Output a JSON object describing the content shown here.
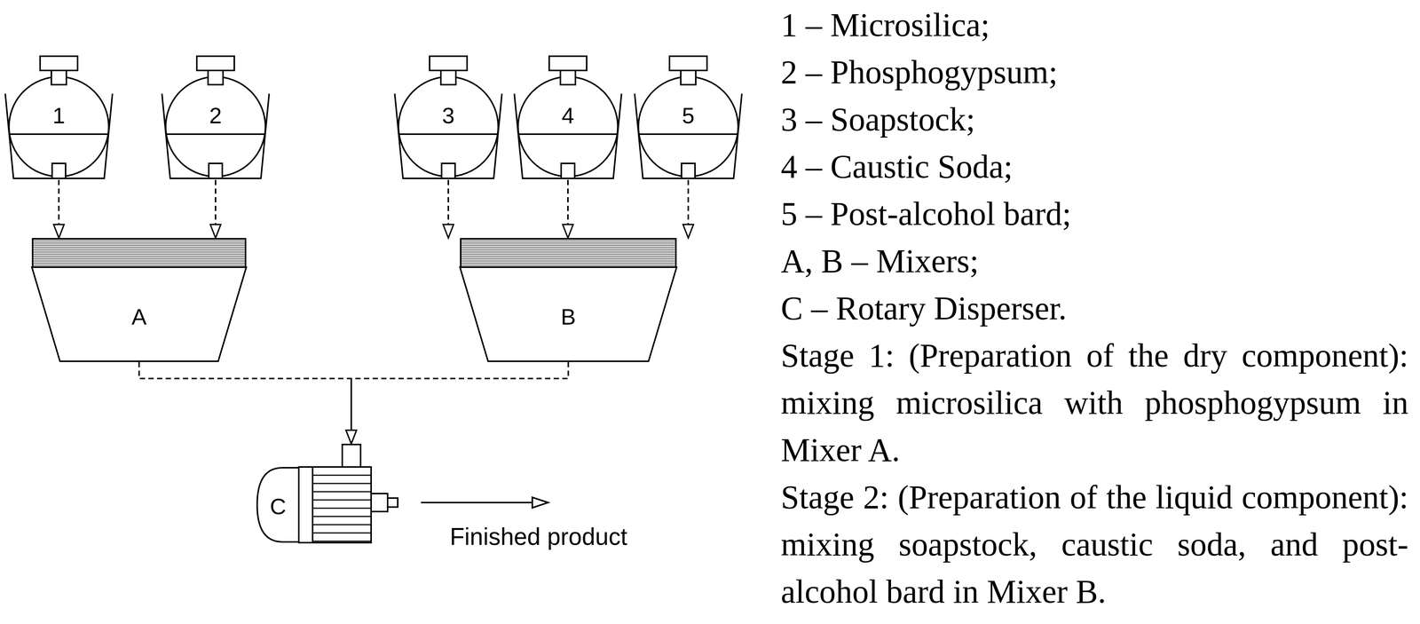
{
  "diagram": {
    "nodes": [
      {
        "text": [
          "1"
        ]
      },
      {
        "text": [
          "2"
        ]
      },
      {
        "text": [
          "3"
        ]
      },
      {
        "text": [
          "4"
        ]
      },
      {
        "text": [
          "5"
        ]
      },
      {
        "text": [
          "A"
        ]
      },
      {
        "text": [
          "B"
        ]
      },
      {
        "text": [
          "C"
        ]
      }
    ],
    "edges": [
      {
        "from": 0,
        "to": 5,
        "arrow": "to"
      },
      {
        "from": 1,
        "to": 5,
        "arrow": "to"
      },
      {
        "from": 2,
        "to": 6,
        "arrow": "to"
      },
      {
        "from": 3,
        "to": 6,
        "arrow": "to"
      },
      {
        "from": 4,
        "to": 6,
        "arrow": "to"
      },
      {
        "from": 5,
        "to": 7,
        "arrow": "to"
      },
      {
        "from": 6,
        "to": 7,
        "arrow": "to"
      }
    ],
    "labels": [
      "Finished product",
      "1 – Microsilica;",
      "2 – Phosphogypsum;",
      "3 – Soapstock;",
      "4 – Caustic Soda;",
      "5 – Post-alcohol bard;",
      "A, B – Mixers;",
      "C – Rotary Disperser.",
      "Stage 1: (Preparation of the dry component): mixing microsilica with phosphogypsum in Mixer A.",
      "Stage 2: (Preparation of the liquid component): mixing soapstock, caustic soda, and post-alcohol bard in Mixer B."
    ]
  }
}
